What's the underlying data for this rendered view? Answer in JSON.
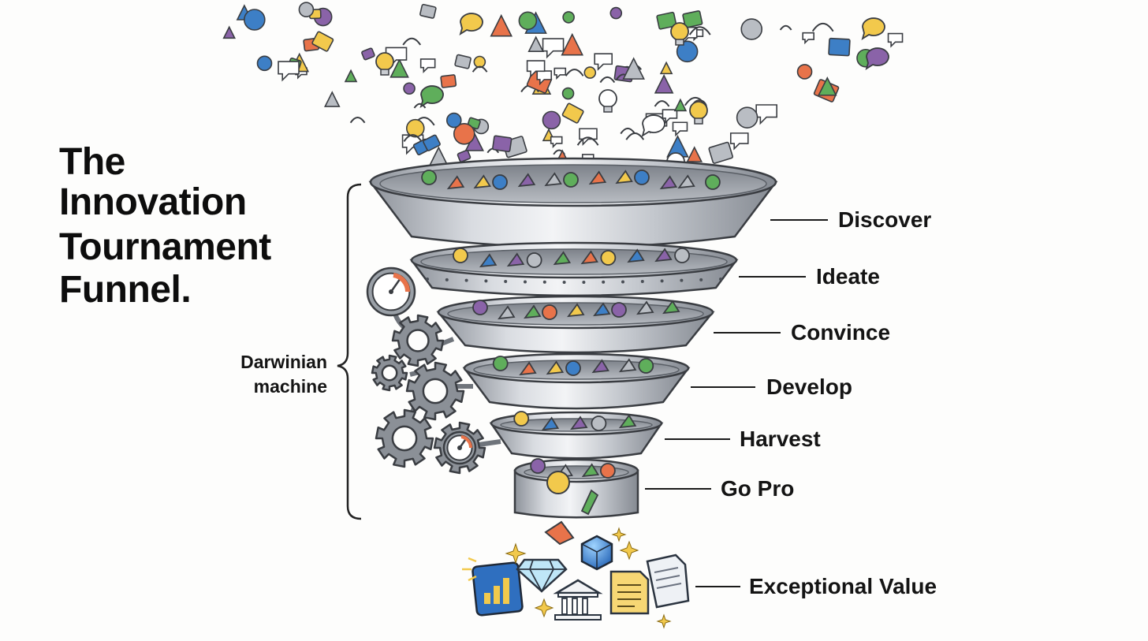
{
  "title": {
    "lines": [
      "The",
      "Innovation",
      "Tournament",
      "Funnel."
    ]
  },
  "bracket_label": {
    "line1": "Darwinian",
    "line2": "machine"
  },
  "stages": [
    {
      "label": "Discover"
    },
    {
      "label": "Ideate"
    },
    {
      "label": "Convince"
    },
    {
      "label": "Develop"
    },
    {
      "label": "Harvest"
    },
    {
      "label": "Go Pro"
    }
  ],
  "output": {
    "label": "Exceptional Value"
  },
  "colors": {
    "funnel_light": "#e4e6ea",
    "funnel_dark": "#9ea3ab",
    "outline": "#3a3d42",
    "green": "#5fae5b",
    "orange": "#e8734a",
    "yellow": "#f2c94c",
    "blue": "#3d7fc6",
    "purple": "#8a63a8",
    "gray": "#b9bdc3"
  },
  "icons": [
    "gear-icon",
    "gauge-icon",
    "lightbulb-icon",
    "speech-bubble-icon",
    "diamond-icon",
    "bank-icon",
    "document-icon",
    "bar-chart-icon",
    "gem-cube-icon",
    "sparkle-icon"
  ]
}
